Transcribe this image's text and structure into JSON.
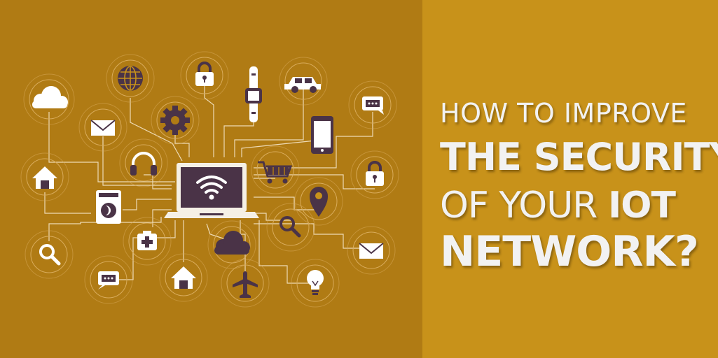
{
  "title": {
    "line1": "HOW TO IMPROVE",
    "line2": "THE SECURITY",
    "line3_thin": "OF YOUR ",
    "line3_bold": "IOT",
    "line4": "NETWORK?"
  },
  "colors": {
    "left_background": "#B07B14",
    "right_background": "#C8921A",
    "icon_dark": "#4A3347",
    "icon_light": "#FFFFFF",
    "title_text": "#F2F2F2"
  },
  "illustration": {
    "center": "laptop-wifi-icon",
    "icons": [
      "cloud-icon",
      "globe-icon",
      "padlock-icon",
      "smartwatch-icon",
      "car-icon",
      "chat-bubble-icon",
      "envelope-icon",
      "gear-icon",
      "smartphone-icon",
      "home-icon",
      "headphones-icon",
      "shopping-cart-icon",
      "padlock-icon",
      "washing-machine-icon",
      "location-pin-icon",
      "magnifier-icon",
      "first-aid-icon",
      "cloud-icon",
      "magnifier-icon",
      "envelope-icon",
      "chat-bubble-icon",
      "home-icon",
      "airplane-icon",
      "light-bulb-icon"
    ]
  }
}
